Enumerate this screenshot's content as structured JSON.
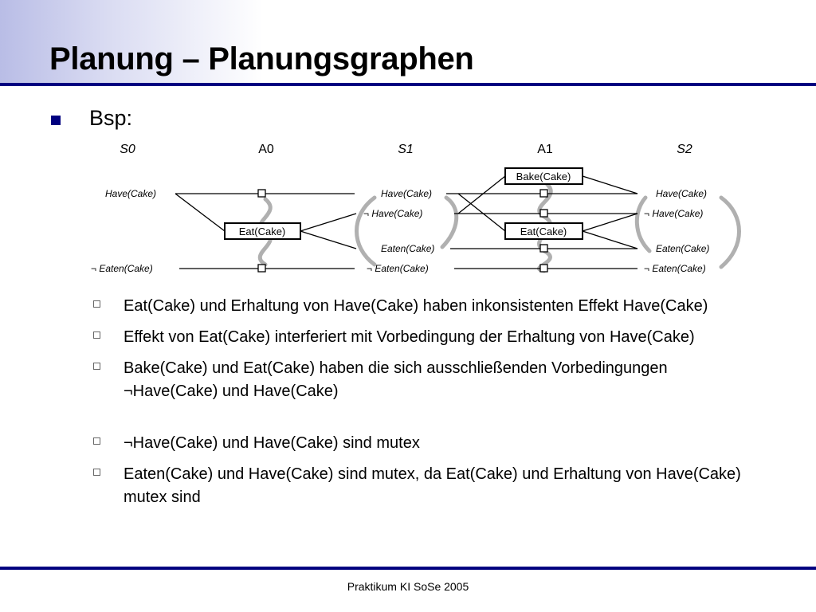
{
  "slide": {
    "title": "Planung – Planungsgraphen",
    "footer": "Praktikum KI SoSe 2005"
  },
  "bullet_l1": "Bsp:",
  "diagram": {
    "levels": [
      "S0",
      "A0",
      "S1",
      "A1",
      "S2"
    ],
    "s0": {
      "have": "Have(Cake)",
      "not_eaten": "¬ Eaten(Cake)"
    },
    "a0": {
      "eat": "Eat(Cake)"
    },
    "s1": {
      "have": "Have(Cake)",
      "not_have": "¬ Have(Cake)",
      "eaten": "Eaten(Cake)",
      "not_eaten": "¬ Eaten(Cake)"
    },
    "a1": {
      "bake": "Bake(Cake)",
      "eat": "Eat(Cake)"
    },
    "s2": {
      "have": "Have(Cake)",
      "not_have": "¬ Have(Cake)",
      "eaten": "Eaten(Cake)",
      "not_eaten": "¬ Eaten(Cake)"
    },
    "colors": {
      "mutex": "#b0b0b0",
      "line": "#000000"
    }
  },
  "bullets": [
    "Eat(Cake) und Erhaltung von Have(Cake) haben inkonsistenten Effekt Have(Cake)",
    "Effekt von Eat(Cake) interferiert mit Vorbedingung der Erhaltung von Have(Cake)",
    "Bake(Cake) und Eat(Cake) haben die sich ausschließenden Vorbedingungen ¬Have(Cake) und Have(Cake)",
    "¬Have(Cake) und Have(Cake) sind mutex",
    "Eaten(Cake) und Have(Cake) sind mutex, da Eat(Cake) und Erhaltung von Have(Cake) mutex sind"
  ],
  "colors": {
    "title_rule": "#000080",
    "bullet_marker": "#000080"
  }
}
